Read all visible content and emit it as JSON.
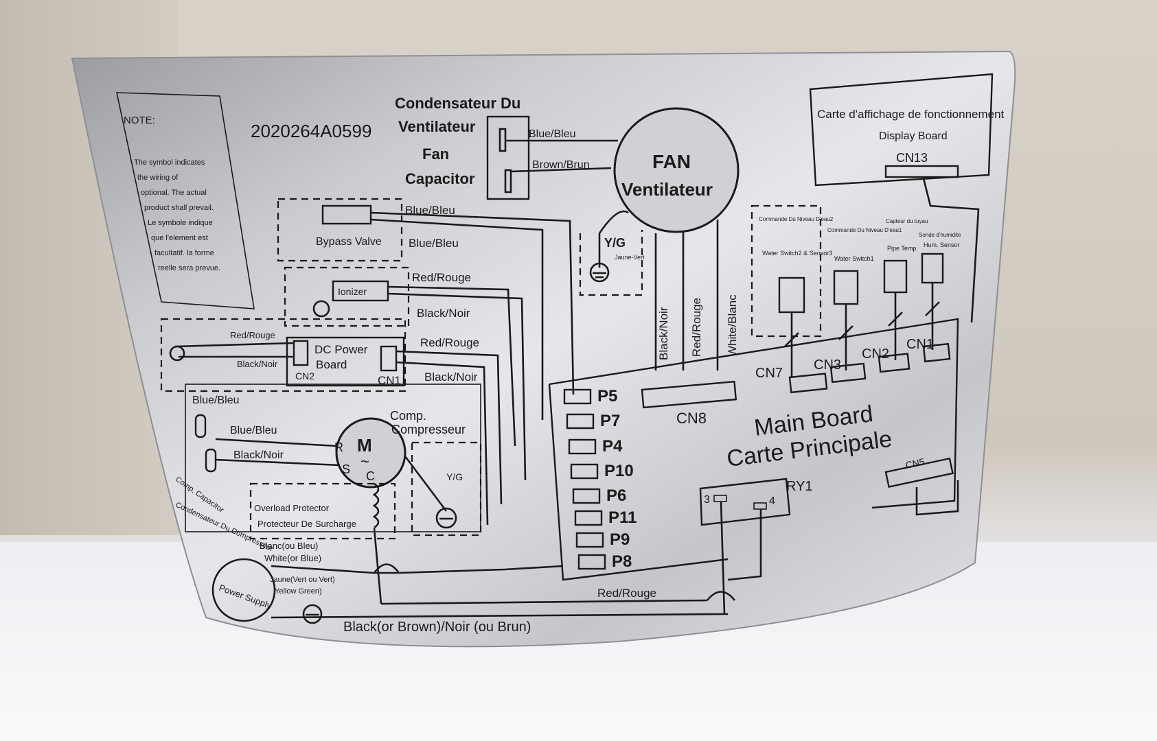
{
  "part_number": "2020264A0599",
  "note": {
    "title": "NOTE:",
    "lines": [
      "The symbol indicates",
      "the wiring of",
      "optional. The actual",
      "product shall prevail.",
      "Le symbole indique",
      "que l'element est",
      "facultatif. la forme",
      "reelle sera prevue."
    ]
  },
  "fan_capacitor": {
    "fr": "Condensateur Du",
    "fr2": "Ventilateur",
    "en": "Fan",
    "en2": "Capacitor"
  },
  "fan": {
    "en": "FAN",
    "fr": "Ventilateur"
  },
  "display_board": {
    "fr": "Carte d'affichage de fonctionnement",
    "en": "Display Board",
    "connector": "CN13"
  },
  "main_board": {
    "en": "Main Board",
    "fr": "Carte Principale"
  },
  "wires": {
    "blue1": "Blue/Bleu",
    "brown": "Brown/Brun",
    "blue2": "Blue/Bleu",
    "blue3": "Blue/Bleu",
    "red1": "Red/Rouge",
    "black1": "Black/Noir",
    "red2": "Red/Rouge",
    "black2": "Black/Noir",
    "fan_black": "Black/Noir",
    "fan_red": "Red/Rouge",
    "fan_white": "White/Blanc",
    "yg": "Y/G",
    "yg_fr": "Jaune-Vert",
    "bottom_red": "Red/Rouge",
    "bottom_black": "Black(or Brown)/Noir (ou Brun)",
    "bypass_blue": "Blue/Bleu",
    "comp_blue": "Blue/Bleu",
    "comp_black": "Black/Noir",
    "dc_red": "Red/Rouge",
    "dc_black": "Black/Noir",
    "white_blue": "Blanc(ou Bleu)",
    "white_blue2": "White(or Blue)",
    "yg_green": "Jaune(Vert ou Vert)",
    "yg_green2": "Yellow Green)"
  },
  "components": {
    "bypass_valve": "Bypass Valve",
    "ionizer": "Ionizer",
    "dc_power_board": "DC Power",
    "dc_power_board2": "Board",
    "cn2": "CN2",
    "cn1_dc": "CN1",
    "comp": "Comp.",
    "compressor": "Compresseur",
    "overload": "Overload Protector",
    "overload_fr": "Protecteur De Surcharge",
    "comp_cap": "Comp. Capacitor",
    "comp_cap_fr": "Condensateur Du Compresseur",
    "power_supply": "Power Supply",
    "motor_r": "R",
    "motor_m": "M",
    "motor_s": "S",
    "motor_c": "C",
    "motor_tilde": "~",
    "ry1": "RY1",
    "ry1_3": "3",
    "ry1_4": "4",
    "cn5": "CN5",
    "cn7": "CN7",
    "cn3": "CN3",
    "cn2m": "CN2",
    "cn1m": "CN1",
    "cn8": "CN8"
  },
  "sensors": [
    {
      "fr": "Commande Du Niveau D'eau2",
      "en": "Water Switch2 & Sensor3"
    },
    {
      "fr": "Commande Du Niveau D'eau1",
      "en": "Water Switch1"
    },
    {
      "fr": "Capteur du tuyau",
      "en": "Pipe Temp."
    },
    {
      "fr": "Sonde d'humidite",
      "en": "Hum. Sensor"
    }
  ],
  "ports": [
    "P5",
    "P7",
    "P4",
    "P10",
    "P6",
    "P11",
    "P9",
    "P8"
  ]
}
